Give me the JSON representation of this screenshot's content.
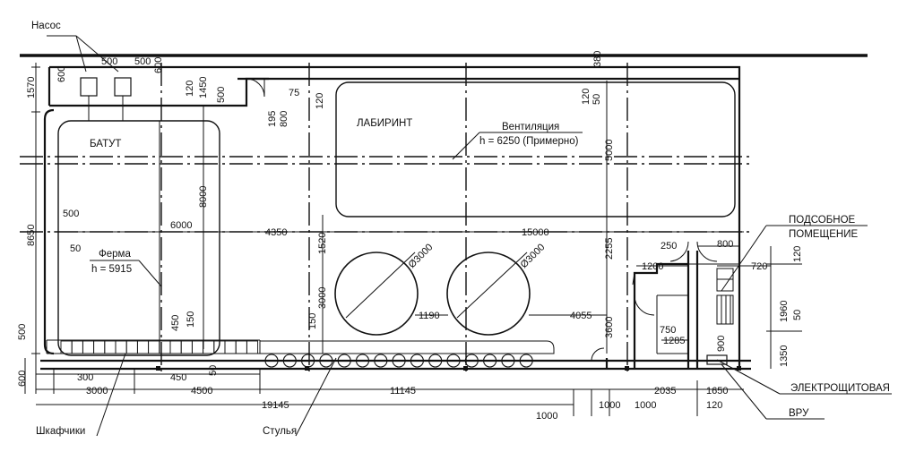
{
  "labels": {
    "nasos": "Насос",
    "batut": "БАТУТ",
    "labirint": "ЛАБИРИНТ",
    "ventilation": "Вентиляция",
    "ventilation_h": "h = 6250 (Примерно)",
    "ferma": "Ферма",
    "ferma_h": "h = 5915",
    "podsobnoe_1": "ПОДСОБНОЕ",
    "podsobnoe_2": "ПОМЕЩЕНИЕ",
    "shkafchiki": "Шкафчики",
    "stulya": "Стулья",
    "elektroshchitovaya": "ЭЛЕКТРОЩИТОВАЯ",
    "vru": "ВРУ"
  },
  "dims": {
    "d600a": "600",
    "d500a": "500",
    "d500b": "500",
    "d600b": "600",
    "d1570": "1570",
    "d120a": "120",
    "d1450": "1450",
    "d500c": "500",
    "d195": "195",
    "d800a": "800",
    "d75": "75",
    "d120b": "120",
    "d380": "380",
    "d120c": "120",
    "d50a": "50",
    "d5000": "5000",
    "d8000": "8000",
    "d8650": "8650",
    "d500d": "500",
    "d50b": "50",
    "d6000": "6000",
    "d4350": "4350",
    "d15000": "15000",
    "d1520": "1520",
    "d3000v": "3000",
    "d150a": "150",
    "dia1": "Ø3000",
    "dia2": "Ø3000",
    "d1190": "1190",
    "d4055": "4055",
    "d2255": "2255",
    "d3600": "3600",
    "d250": "250",
    "d800b": "800",
    "d1200": "1200",
    "d720": "720",
    "d120d": "120",
    "d1960": "1960",
    "d50c": "50",
    "d750": "750",
    "d1285": "1285",
    "d900": "900",
    "d1350": "1350",
    "d450a": "450",
    "d150b": "150",
    "d500e": "500",
    "d600c": "600",
    "d300": "300",
    "d450b": "450",
    "d50d": "50",
    "d3000": "3000",
    "d4500": "4500",
    "d19145": "19145",
    "d11145": "11145",
    "d2035": "2035",
    "d1650": "1650",
    "d1000a": "1000",
    "d1000b": "1000",
    "d1000c": "1000",
    "d120e": "120"
  },
  "counts": {
    "chairs": 15,
    "lockers": 18
  }
}
